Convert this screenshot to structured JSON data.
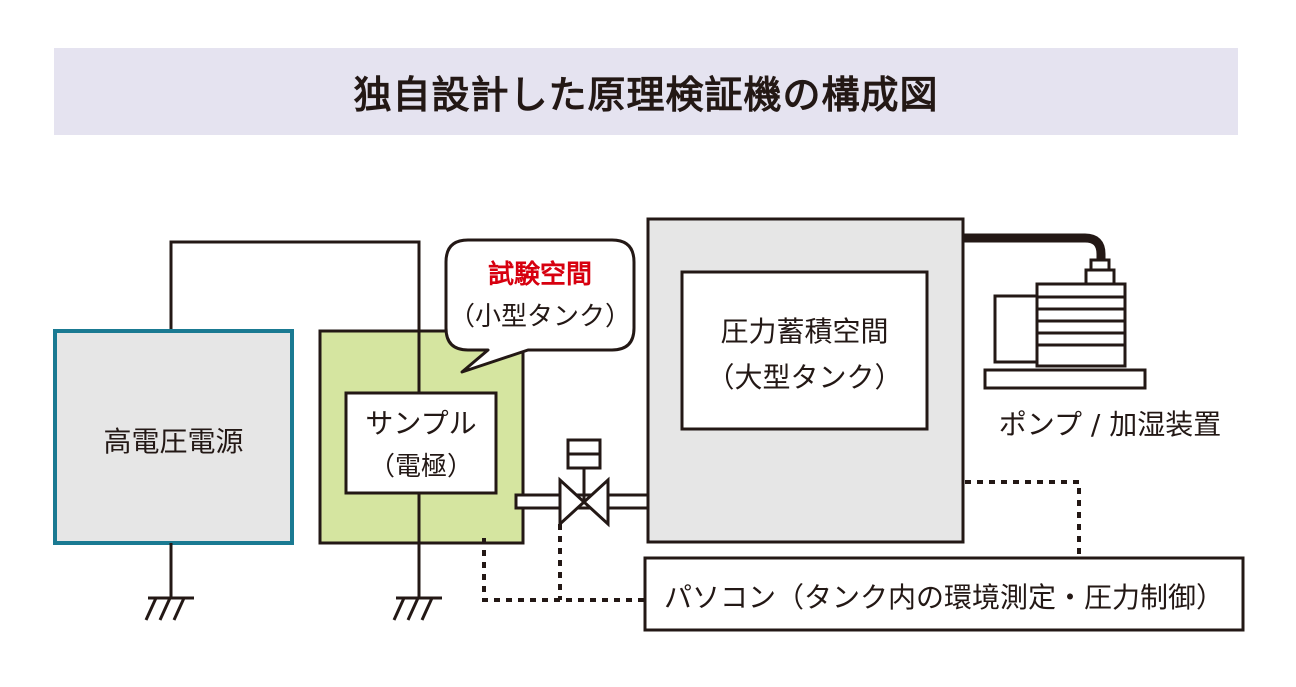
{
  "title": "独自設計した原理検証機の構成図",
  "colors": {
    "title_band": "#e5e3f0",
    "power_border": "#1a7a92",
    "power_fill": "#e6e6e6",
    "test_space_fill": "#d5e5a0",
    "tank_fill": "#e6e6e6",
    "accent_red": "#d7000f",
    "line": "#231815"
  },
  "nodes": {
    "power_supply": {
      "label": "高電圧電源"
    },
    "sample": {
      "line1": "サンプル",
      "line2": "（電極）"
    },
    "test_space": {
      "title": "試験空間",
      "subtitle": "（小型タンク）"
    },
    "pressure_space": {
      "line1": "圧力蓄積空間",
      "line2": "（大型タンク）"
    },
    "pump": {
      "label": "ポンプ / 加湿装置"
    },
    "pc": {
      "label": "パソコン（タンク内の環境測定・圧力制御）"
    }
  },
  "icons": [
    "ground-icon",
    "valve-icon",
    "pump-icon"
  ]
}
